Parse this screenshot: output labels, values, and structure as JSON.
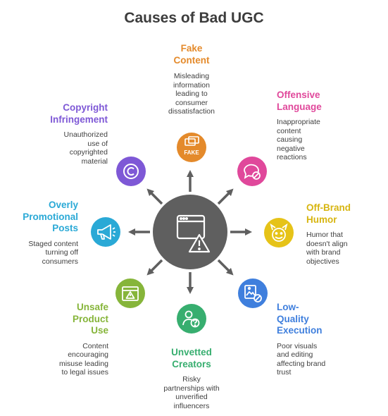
{
  "title": "Causes of Bad UGC",
  "colors": {
    "hub": "#5f5f5f",
    "arrow": "#5f5f5f",
    "fake": "#e48a2b",
    "offensive": "#e0489b",
    "offbrand": "#e6c318",
    "lowquality": "#3f7fdd",
    "unvetted": "#37ae6f",
    "unsafe": "#86b53a",
    "promotional": "#2aa9d6",
    "copyright": "#7e58d6"
  },
  "hub_icon": "browser-warning-icon",
  "causes": {
    "fake": {
      "line1": "Fake",
      "line2": "Content",
      "desc1": "Misleading",
      "desc2": "information",
      "desc3": "leading to",
      "desc4": "consumer",
      "desc5": "dissatisfaction",
      "icon": "fake-photo-icon",
      "badge": "FAKE"
    },
    "offensive": {
      "line1": "Offensive",
      "line2": "Language",
      "desc1": "Inappropriate",
      "desc2": "content",
      "desc3": "causing",
      "desc4": "negative",
      "desc5": "reactions",
      "icon": "speech-bubble-blocked-icon"
    },
    "offbrand": {
      "line1": "Off-Brand",
      "line2": "Humor",
      "desc1": "Humor that",
      "desc2": "doesn't align",
      "desc3": "with brand",
      "desc4": "objectives",
      "icon": "jester-face-icon"
    },
    "lowquality": {
      "line1": "Low-",
      "line2": "Quality",
      "line3": "Execution",
      "desc1": "Poor visuals",
      "desc2": "and editing",
      "desc3": "affecting brand",
      "desc4": "trust",
      "icon": "image-blocked-icon"
    },
    "unvetted": {
      "line1": "Unvetted",
      "line2": "Creators",
      "desc1": "Risky",
      "desc2": "partnerships with",
      "desc3": "unverified",
      "desc4": "influencers",
      "icon": "user-question-icon"
    },
    "unsafe": {
      "line1": "Unsafe",
      "line2": "Product",
      "line3": "Use",
      "desc1": "Content",
      "desc2": "encouraging",
      "desc3": "misuse leading",
      "desc4": "to legal issues",
      "icon": "box-warning-icon"
    },
    "promotional": {
      "line1": "Overly",
      "line2": "Promotional",
      "line3": "Posts",
      "desc1": "Staged content",
      "desc2": "turning off",
      "desc3": "consumers",
      "icon": "megaphone-icon"
    },
    "copyright": {
      "line1": "Copyright",
      "line2": "Infringement",
      "desc1": "Unauthorized",
      "desc2": "use of",
      "desc3": "copyrighted",
      "desc4": "material",
      "icon": "copyright-icon"
    }
  }
}
